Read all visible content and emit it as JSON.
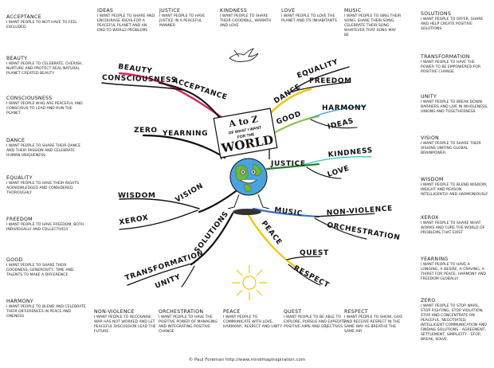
{
  "notes_left": [
    {
      "key": "acceptance",
      "title": "ACCEPTANCE",
      "text": "I WANT PEOPLE TO NOT HAVE TO FEEL EXCLUDED"
    },
    {
      "key": "beauty",
      "title": "BEAUTY",
      "text": "I WANT PEOPLE TO CELEBRATE, CHERISH, NURTURE AND PROTECT REAL NATURAL PLANET CREATED BEAUTY"
    },
    {
      "key": "consciousness",
      "title": "CONSCIOUSNESS",
      "text": "I WANT PEOPLE WHO ARE PEACEFUL AND CONSCIOUS TO LEAD AND RUN THE PLANET"
    },
    {
      "key": "dance",
      "title": "DANCE",
      "text": "I WANT PEOPLE TO SHARE THEIR DANCE AND THEIR PASSION AND CELEBRATE HUMAN UNIQUENESS"
    },
    {
      "key": "equality",
      "title": "EQUALITY",
      "text": "I WANT PEOPLE TO HAVE THEIR RIGHTS ACKNOWLEDGED AND CONSIDERED THOROUGHLY"
    },
    {
      "key": "freedom",
      "title": "FREEDOM",
      "text": "I WANT PEOPLE TO HAVE FREEDOM, BOTH INDIVIDUALLY AND COLLECTIVELY"
    },
    {
      "key": "good",
      "title": "GOOD",
      "text": "I WANT PEOPLE TO SHARE THEIR GOODNESS, GENEROSITY, TIME AND TALENTS TO MAKE A DIFFERENCE"
    },
    {
      "key": "harmony",
      "title": "HARMONY",
      "text": "I WANT PEOPLE TO BLEND AND CELEBRATE THEIR DIFFERENCES IN PEACE AND ONENESS"
    }
  ],
  "notes_top": [
    {
      "key": "ideas",
      "title": "IDEAS",
      "text": "I WANT PEOPLE TO SHARE AND ENCOURAGE IDEAS FOR A PEACEFUL PLANET AND AN END TO WORLD PROBLEMS"
    },
    {
      "key": "justice",
      "title": "JUSTICE",
      "text": "I WANT PEOPLE TO HAVE JUSTICE IN A PEACEFUL MANNER"
    },
    {
      "key": "kindness",
      "title": "KINDNESS",
      "text": "I WANT PEOPLE TO SHARE THEIR GOODWILL, WARMTH AND LOVE"
    },
    {
      "key": "love",
      "title": "LOVE",
      "text": "I WANT PEOPLE TO LOVE THE PLANET AND ITS INHABITANTS"
    },
    {
      "key": "music",
      "title": "MUSIC",
      "text": "I WANT PEOPLE TO SING THEIR SONG, SHARE THEIR SONG, CELEBRATE THEIR SONG WHATEVER THAT SONG MAY BE"
    }
  ],
  "notes_right": [
    {
      "key": "solutions",
      "title": "SOLUTIONS",
      "text": "I WANT PEOPLE TO OFFER, SHARE AND HELP CREATE POSITIVE SOLUTIONS"
    },
    {
      "key": "transformation",
      "title": "TRANSFORMATION",
      "text": "I WANT PEOPLE TO HAVE THE POWER TO BE EMPOWERED FOR POSITIVE CHANGE"
    },
    {
      "key": "unity",
      "title": "UNITY",
      "text": "I WANT PEOPLE TO BREAK DOWN BARRIERS AND LIVE IN WHOLENESS, UNIONS AND TOGETHERNESS"
    },
    {
      "key": "vision",
      "title": "VISION",
      "text": "I WANT PEOPLE TO SHARE THEIR VISIONS UNITING GLOBAL BRAINPOWER"
    },
    {
      "key": "wisdom",
      "title": "WISDOM",
      "text": "I WANT PEOPLE TO BLEND WISDOM, INSIGHT AND REASON INTELLIGENTLY AND HARMONIOUSLY"
    },
    {
      "key": "xerox",
      "title": "XEROX",
      "text": "I WANT PEOPLE TO SHARE WHAT WORKS AND CURE THE WORLD OF PROBLEMS THAT EXIST"
    },
    {
      "key": "yearning",
      "title": "YEARNING",
      "text": "I WANT PEOPLE TO HAVE A LONGING, A DESIRE, A CRAVING, A THIRST FOR PEACE, HARMONY AND FREEDOM GLOBALLY"
    },
    {
      "key": "zero",
      "title": "ZERO",
      "text": "I WANT PEOPLE TO STOP WARS, STOP FIGHTING, STOP VIOLATION, STOP AND CONCENTRATE ON PEACEFUL, NEGOTIATED, INTELLIGENT COMMUNICATION AND FINDING SOLUTIONS - AGREEMENT, SETTLEMENT, SIMPLICITY - STOP, BREAK, SOLVE."
    }
  ],
  "notes_bottom": [
    {
      "key": "non_violence",
      "title": "NON-VIOLENCE",
      "text": "I WANT PEOPLE TO RECOGNISE WAR HAS NOT WORKED AND LET PEACEFUL DISCUSSION LEAD THE FUTURE"
    },
    {
      "key": "orchestration",
      "title": "ORCHESTRATION",
      "text": "I WANT PEOPLE TO HAVE THE POSITIVE POWER OF MANAGING AND INTEGRATING POSITIVE CHANGE"
    },
    {
      "key": "peace",
      "title": "PEACE",
      "text": "I WANT PEOPLE TO COMMUNICATE WITH LOVE, HARMONY, RESPECT AND UNITY"
    },
    {
      "key": "quest",
      "title": "QUEST",
      "text": "I WANT PEOPLE TO BE ABLE TO EXPLORE, PURSUE AND EXPEDITE POSITIVE AIMS AND OBJECTIVES"
    },
    {
      "key": "respect",
      "title": "RESPECT",
      "text": "I WANT PEOPLE TO SHOW, GIVE AND RECEIVE RESPECT IN THE SAME WAY AS BREATHE THE SAME AIR"
    }
  ],
  "center": {
    "a_to_z": "A to Z",
    "line1": "OF WHAT I WANT",
    "line2": "FOR THE",
    "world": "WORLD"
  },
  "branches": {
    "beauty": "BEAUTY",
    "consciousness": "CONSCIOUSNESS",
    "acceptance": "ACCEPTANCE",
    "dance": "DANCE",
    "equality": "EQUALITY",
    "freedom": "FREEDOM",
    "good": "GOOD",
    "harmony": "HARMONY",
    "ideas": "IDEAS",
    "justice": "JUSTICE",
    "kindness": "KINDNESS",
    "love": "LOVE",
    "zero": "ZERO",
    "yearning": "YEARNING",
    "wisdom": "WISDOM",
    "vision": "VISION",
    "xerox": "XEROX",
    "music": "MUSIC",
    "non_violence": "NON-VIOLENCE",
    "orchestration": "ORCHESTRATION",
    "peace": "PEACE",
    "quest": "QUEST",
    "respect": "RESPECT",
    "transformation": "TRANSFORMATION",
    "solutions": "SOLUTIONS",
    "unity": "UNITY"
  },
  "credit": "© Paul Foreman http://www.mindmapinspiration.com",
  "colors": {
    "branch": "#111111",
    "beauty": "#e0245e",
    "dance": "#f2c200",
    "good": "#8bc34a",
    "harmony": "#29a3e0",
    "justice": "#2e7d32",
    "kindness": "#21c6c6",
    "music": "#3a6fd6",
    "peace": "#f5c400",
    "sun": "#f5c400"
  }
}
